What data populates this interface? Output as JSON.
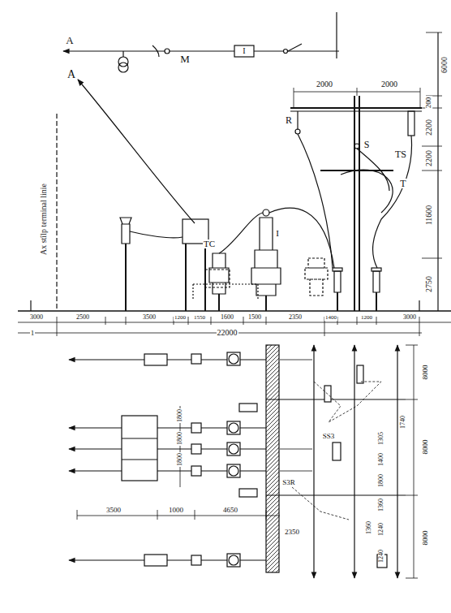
{
  "diagram": {
    "labels": [
      "A",
      "M",
      "I",
      "6000",
      "2000",
      "2000",
      "200",
      "2200",
      "R",
      "2200",
      "S",
      "TS",
      "A",
      "T",
      "11600",
      "Ax stîlp terminal linie",
      "TC",
      "I",
      "2750",
      "3000",
      "2500",
      "3500",
      "1200",
      "1550",
      "1600",
      "1500",
      "2350",
      "1400",
      "1200",
      "3000",
      "1",
      "22000",
      "8000",
      "1740",
      "1800",
      "1305",
      "SS3",
      "1800",
      "1400",
      "1800",
      "S3R",
      "1800",
      "1360",
      "1360",
      "8000",
      "1240",
      "3500",
      "1000",
      "4650",
      "2350",
      "1240",
      "8000"
    ]
  }
}
